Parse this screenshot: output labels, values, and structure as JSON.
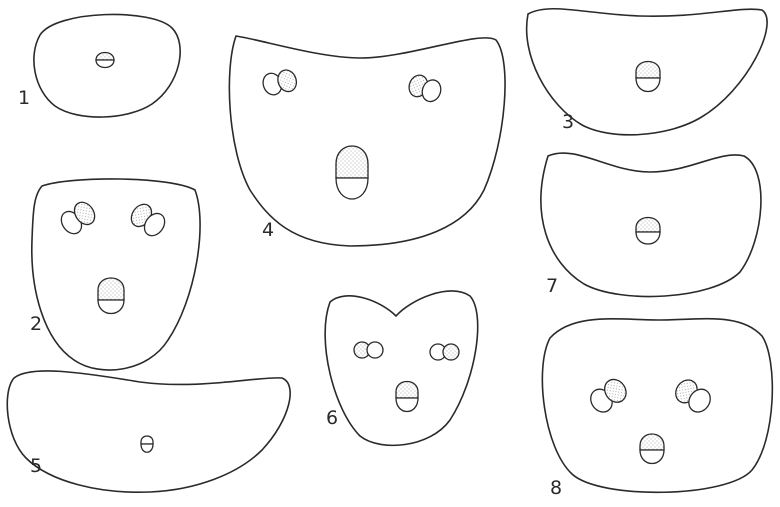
{
  "figures": [
    {
      "id": "fig-1",
      "label": "1"
    },
    {
      "id": "fig-2",
      "label": "2"
    },
    {
      "id": "fig-3",
      "label": "3"
    },
    {
      "id": "fig-4",
      "label": "4"
    },
    {
      "id": "fig-5",
      "label": "5"
    },
    {
      "id": "fig-6",
      "label": "6"
    },
    {
      "id": "fig-7",
      "label": "7"
    },
    {
      "id": "fig-8",
      "label": "8"
    }
  ],
  "colors": {
    "ink": "#2a2a2a",
    "stipple": "#9a9a9a",
    "background": "#ffffff"
  }
}
